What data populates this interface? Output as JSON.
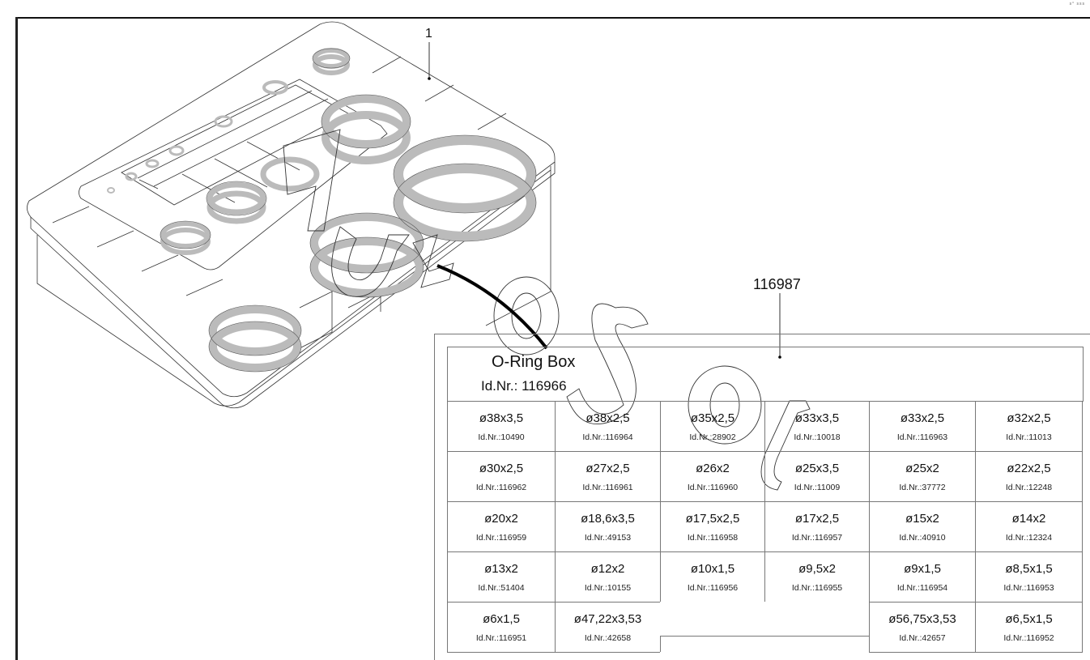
{
  "corner_mark": "s° sss",
  "callouts": {
    "item_1": "1",
    "box_number": "116987"
  },
  "watermark": "AutoSoft",
  "label_card": {
    "title": "O-Ring Box",
    "id": "Id.Nr.: 116966",
    "rows": [
      [
        {
          "size": "ø38x3,5",
          "id": "Id.Nr.:10490"
        },
        {
          "size": "ø38x2,5",
          "id": "Id.Nr.:116964"
        },
        {
          "size": "ø35x2,5",
          "id": "Id.Nr.:28902"
        },
        {
          "size": "ø33x3,5",
          "id": "Id.Nr.:10018"
        },
        {
          "size": "ø33x2,5",
          "id": "Id.Nr.:116963"
        },
        {
          "size": "ø32x2,5",
          "id": "Id.Nr.:11013"
        }
      ],
      [
        {
          "size": "ø30x2,5",
          "id": "Id.Nr.:116962"
        },
        {
          "size": "ø27x2,5",
          "id": "Id.Nr.:116961"
        },
        {
          "size": "ø26x2",
          "id": "Id.Nr.:116960"
        },
        {
          "size": "ø25x3,5",
          "id": "Id.Nr.:11009"
        },
        {
          "size": "ø25x2",
          "id": "Id.Nr.:37772"
        },
        {
          "size": "ø22x2,5",
          "id": "Id.Nr.:12248"
        }
      ],
      [
        {
          "size": "ø20x2",
          "id": "Id.Nr.:116959"
        },
        {
          "size": "ø18,6x3,5",
          "id": "Id.Nr.:49153"
        },
        {
          "size": "ø17,5x2,5",
          "id": "Id.Nr.:116958"
        },
        {
          "size": "ø17x2,5",
          "id": "Id.Nr.:116957"
        },
        {
          "size": "ø15x2",
          "id": "Id.Nr.:40910"
        },
        {
          "size": "ø14x2",
          "id": "Id.Nr.:12324"
        }
      ],
      [
        {
          "size": "ø13x2",
          "id": "Id.Nr.:51404"
        },
        {
          "size": "ø12x2",
          "id": "Id.Nr.:10155"
        },
        {
          "size": "ø10x1,5",
          "id": "Id.Nr.:116956"
        },
        {
          "size": "ø9,5x2",
          "id": "Id.Nr.:116955"
        },
        {
          "size": "ø9x1,5",
          "id": "Id.Nr.:116954"
        },
        {
          "size": "ø8,5x1,5",
          "id": "Id.Nr.:116953"
        }
      ],
      [
        {
          "size": "ø6x1,5",
          "id": "Id.Nr.:116951"
        },
        {
          "size": "ø47,22x3,53",
          "id": "Id.Nr.:42658"
        },
        null,
        null,
        {
          "size": "ø56,75x3,53",
          "id": "Id.Nr.:42657"
        },
        {
          "size": "ø6,5x1,5",
          "id": "Id.Nr.:116952"
        }
      ]
    ]
  }
}
